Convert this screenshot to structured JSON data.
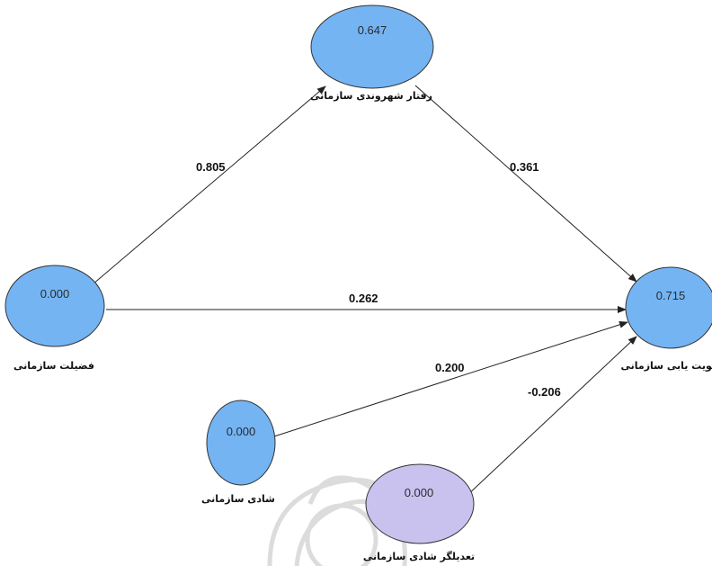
{
  "colors": {
    "node_blue": "#74b4f3",
    "node_purple": "#c9c1ee",
    "stroke": "#333333",
    "watermark": "#d9d9d9"
  },
  "nodes": {
    "virtue": {
      "label": "فضیلت سازمانی",
      "value": "0.000"
    },
    "ocb": {
      "label": "رفتار شهروندی سازمانی",
      "value": "0.647"
    },
    "identification": {
      "label": "هویت یابی سازمانی",
      "value": "0.715"
    },
    "happiness": {
      "label": "شادی سازمانی",
      "value": "0.000"
    },
    "moderator": {
      "label": "تعدیلگر شادی سازمانی",
      "value": "0.000"
    }
  },
  "paths": {
    "virtue_to_ocb": "0.805",
    "ocb_to_identification": "0.361",
    "virtue_to_identification": "0.262",
    "happiness_to_identification": "0.200",
    "moderator_to_identification": "-0.206"
  }
}
